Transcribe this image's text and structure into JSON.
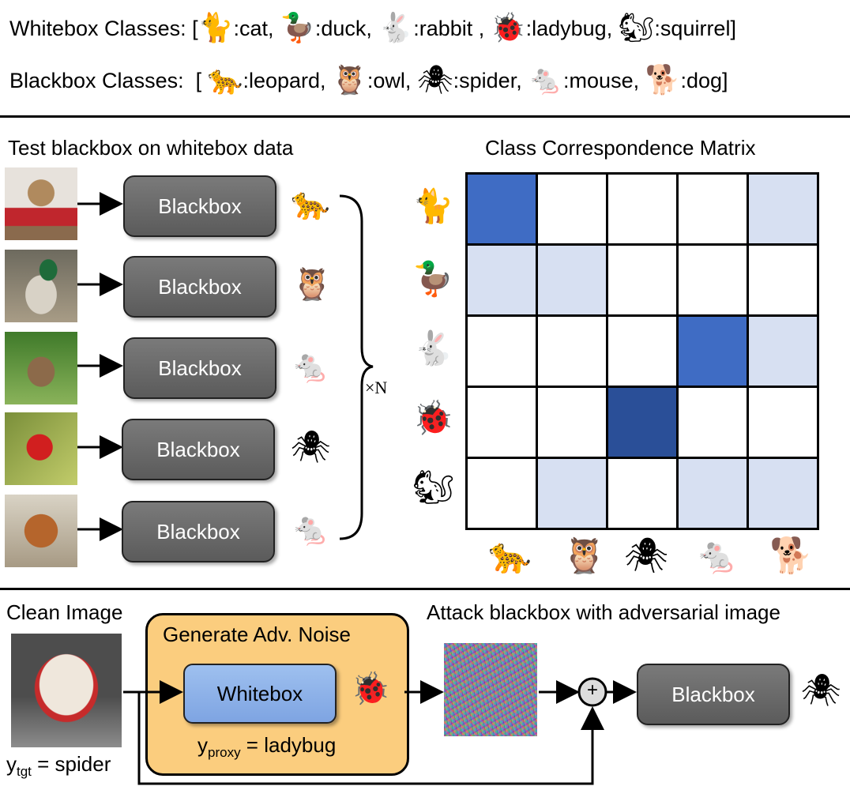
{
  "header": {
    "whitebox_label": "Whitebox Classes:",
    "whitebox_items": [
      {
        "icon": "🐈",
        "name": ":cat,"
      },
      {
        "icon": "🦆",
        "name": ":duck,"
      },
      {
        "icon": "🐇",
        "name": ":rabbit ,"
      },
      {
        "icon": "🐞",
        "name": ":ladybug,"
      },
      {
        "icon": "🐿",
        "name": ":squirrel]"
      }
    ],
    "blackbox_label": "Blackbox Classes:",
    "blackbox_items": [
      {
        "icon": "🐆",
        "name": ":leopard,"
      },
      {
        "icon": "🦉",
        "name": ":owl,"
      },
      {
        "icon": "🕷",
        "name": ":spider,"
      },
      {
        "icon": "🐁",
        "name": ":mouse,"
      },
      {
        "icon": "🐕",
        "name": ":dog]"
      }
    ],
    "open_bracket": "["
  },
  "test_section": {
    "title": "Test blackbox on whitebox data",
    "box_label": "Blackbox",
    "predictions": [
      "🐆",
      "🦉",
      "🐁",
      "🕷",
      "🐁"
    ],
    "repeat_label": "×N"
  },
  "matrix_section": {
    "title": "Class Correspondence Matrix",
    "row_icons": [
      "🐈",
      "🦆",
      "🐇",
      "🐞",
      "🐿"
    ],
    "col_icons": [
      "🐆",
      "🦉",
      "🕷",
      "🐁",
      "🐕"
    ],
    "colors": {
      "none": "#ffffff",
      "light": "#d7e0f2",
      "medium": "#3f6cc4",
      "dark": "#2a4f98"
    },
    "cells": [
      [
        "medium",
        "none",
        "none",
        "none",
        "light"
      ],
      [
        "light",
        "light",
        "none",
        "none",
        "none"
      ],
      [
        "none",
        "none",
        "none",
        "medium",
        "light"
      ],
      [
        "none",
        "none",
        "dark",
        "none",
        "none"
      ],
      [
        "none",
        "light",
        "none",
        "light",
        "light"
      ]
    ]
  },
  "attack_section": {
    "clean_title": "Clean Image",
    "noise_title": "Generate Adv. Noise",
    "whitebox_label": "Whitebox",
    "proxy_icon": "🐞",
    "proxy_y": "y",
    "proxy_sub": "proxy",
    "proxy_value": " = ladybug",
    "target_y": "y",
    "target_sub": "tgt",
    "target_value": " = spider",
    "attack_title": "Attack blackbox with adversarial image",
    "plus": "+",
    "blackbox_label": "Blackbox",
    "result_icon": "🕷"
  }
}
